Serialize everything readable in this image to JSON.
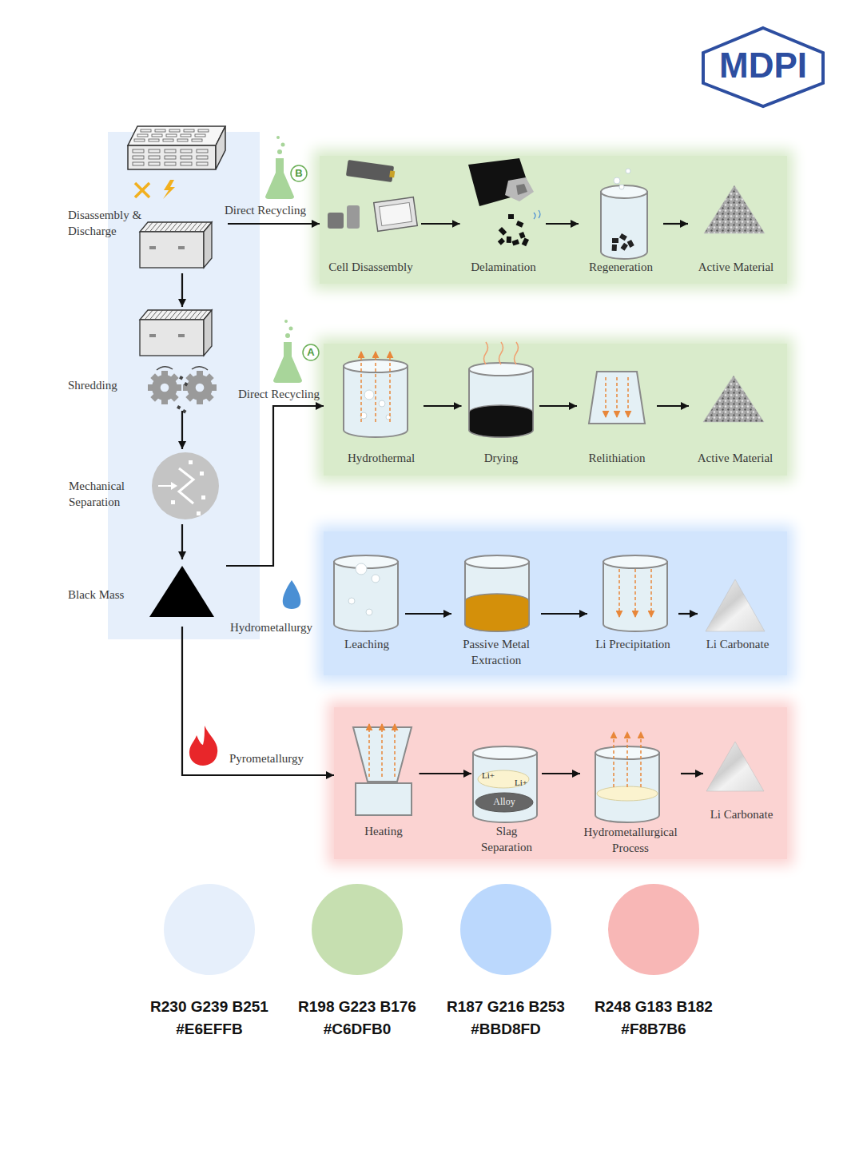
{
  "diagram": {
    "nodes": [
      {
        "text": [
          "Disassembly & Discharge"
        ]
      },
      {
        "text": [
          "Shredding"
        ]
      },
      {
        "text": [
          "Mechanical Separation"
        ]
      },
      {
        "text": [
          "Black Mass"
        ]
      },
      {
        "text": [
          "Direct Recycling"
        ]
      },
      {
        "text": [
          "Cell Disassembly"
        ],
        "in": 4
      },
      {
        "text": [
          "Delamination"
        ],
        "in": 4
      },
      {
        "text": [
          "Regeneration"
        ],
        "in": 4
      },
      {
        "text": [
          "Active Material"
        ],
        "in": 4
      },
      {
        "text": [
          "Direct Recycling"
        ]
      },
      {
        "text": [
          "Hydrothermal"
        ],
        "in": 9
      },
      {
        "text": [
          "Drying"
        ],
        "in": 9
      },
      {
        "text": [
          "Relithiation"
        ],
        "in": 9
      },
      {
        "text": [
          "Active Material"
        ],
        "in": 9
      },
      {
        "text": [
          "Hydrometallurgy"
        ]
      },
      {
        "text": [
          "Leaching"
        ],
        "in": 14
      },
      {
        "text": [
          "Passive Metal Extraction"
        ],
        "in": 14
      },
      {
        "text": [
          "Li Precipitation"
        ],
        "in": 14
      },
      {
        "text": [
          "Li Carbonate"
        ],
        "in": 14
      },
      {
        "text": [
          "Pyrometallurgy"
        ]
      },
      {
        "text": [
          "Heating"
        ],
        "in": 19
      },
      {
        "text": [
          "Slag Separation"
        ],
        "in": 19
      },
      {
        "text": [
          "Hydrometallurgical Process"
        ],
        "in": 19
      },
      {
        "text": [
          "Li Carbonate"
        ],
        "in": 19
      }
    ],
    "edges": [
      {
        "from": 0,
        "to": 1,
        "arrow": "to"
      },
      {
        "from": 1,
        "to": 2,
        "arrow": "to"
      },
      {
        "from": 2,
        "to": 3,
        "arrow": "to"
      },
      {
        "from": 0,
        "to": 4,
        "arrow": "to"
      },
      {
        "from": 3,
        "to": 9,
        "arrow": "to"
      },
      {
        "from": 3,
        "to": 19,
        "arrow": "to"
      },
      {
        "from": 5,
        "to": 6,
        "arrow": "to"
      },
      {
        "from": 6,
        "to": 7,
        "arrow": "to"
      },
      {
        "from": 7,
        "to": 8,
        "arrow": "to"
      },
      {
        "from": 10,
        "to": 11,
        "arrow": "to"
      },
      {
        "from": 11,
        "to": 12,
        "arrow": "to"
      },
      {
        "from": 12,
        "to": 13,
        "arrow": "to"
      },
      {
        "from": 15,
        "to": 16,
        "arrow": "to"
      },
      {
        "from": 16,
        "to": 17,
        "arrow": "to"
      },
      {
        "from": 17,
        "to": 18,
        "arrow": "to"
      },
      {
        "from": 20,
        "to": 21,
        "arrow": "to"
      },
      {
        "from": 21,
        "to": 22,
        "arrow": "to"
      },
      {
        "from": 22,
        "to": 23,
        "arrow": "to"
      }
    ],
    "labels": [
      "MDPI",
      "B",
      "A",
      "Li+",
      "Li+",
      "Alloy"
    ],
    "legend": [
      {
        "text": "R230 G239 B251 #E6EFFB",
        "color": "#E6EFFB"
      },
      {
        "text": "R198 G223 B176 #C6DFB0",
        "color": "#C6DFB0"
      },
      {
        "text": "R187 G216 B253 #BBD8FD",
        "color": "#BBD8FD"
      },
      {
        "text": "R248 G183 B182 #F8B7B6",
        "color": "#F8B7B6"
      }
    ]
  }
}
